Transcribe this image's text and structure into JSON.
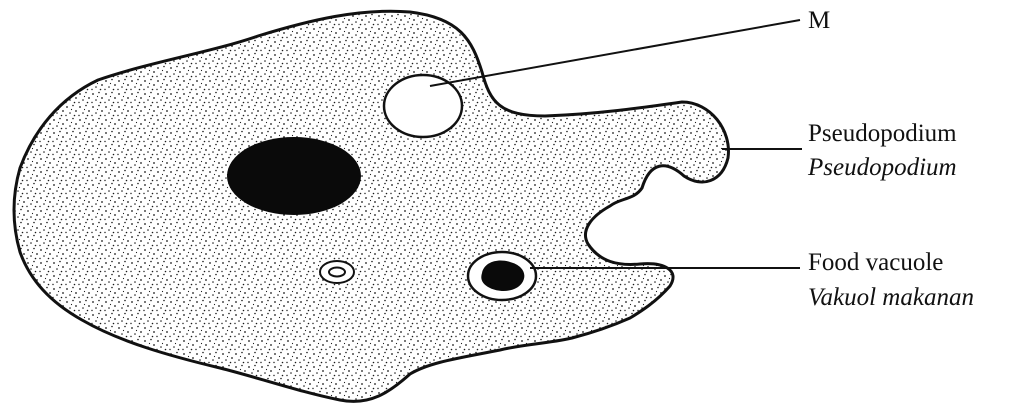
{
  "labels": {
    "m": "M",
    "pseudopodium_en": "Pseudopodium",
    "pseudopodium_ms": "Pseudopodium",
    "food_vacuole_en": "Food vacuole",
    "food_vacuole_ms": "Vakuol makanan"
  },
  "colors": {
    "outline": "#111111",
    "stipple": "#1a1a1a",
    "nucleus": "#0a0a0a",
    "background": "#ffffff"
  }
}
